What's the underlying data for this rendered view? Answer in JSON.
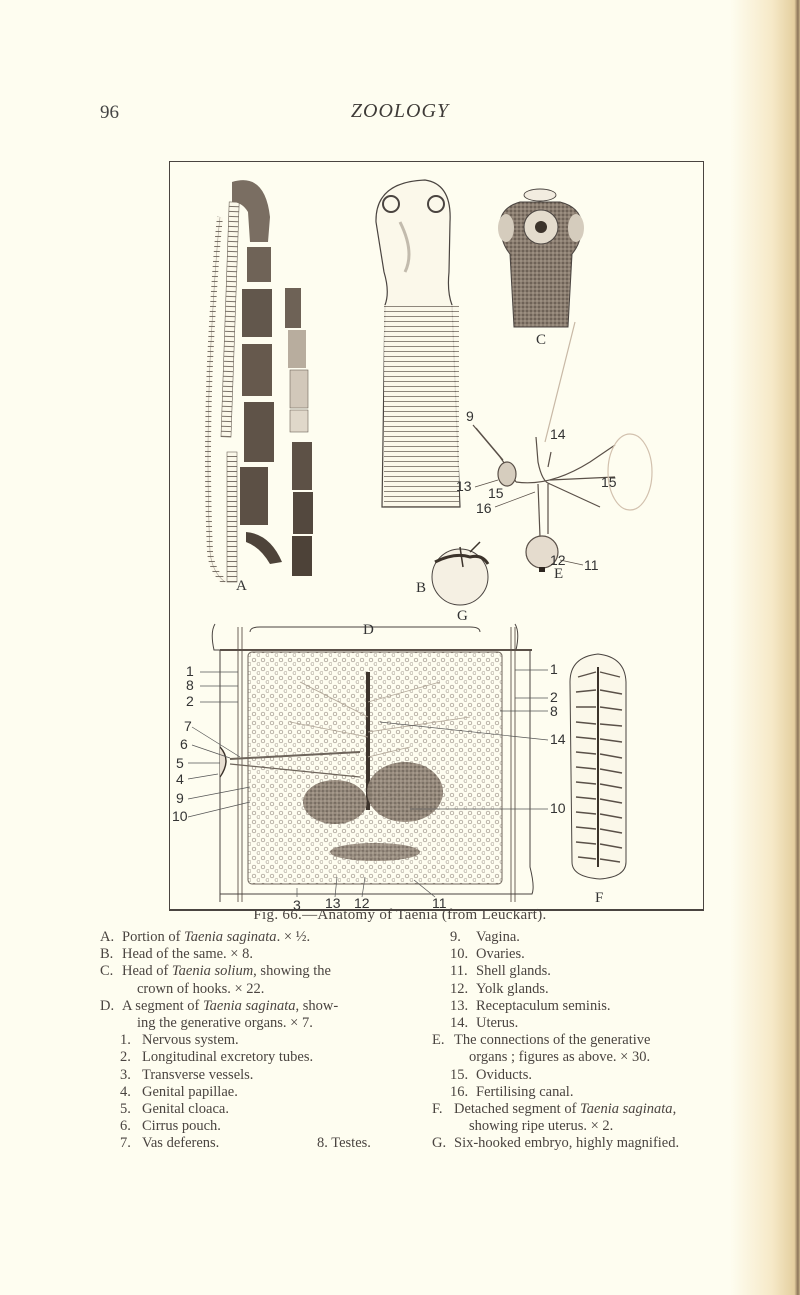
{
  "page": {
    "number": "96",
    "running_head": "ZOOLOGY"
  },
  "figure": {
    "caption": "Fig. 66.—Anatomy of Taenia (from Leuckart).",
    "plates": {
      "A": "A",
      "B": "B",
      "C": "C",
      "D": "D",
      "E": "E",
      "F": "F",
      "G": "G"
    },
    "e_labels": [
      "9",
      "14",
      "13",
      "15",
      "15",
      "16",
      "11",
      "12"
    ],
    "d_left_labels": [
      "1",
      "8",
      "2",
      "7",
      "6",
      "5",
      "4",
      "9",
      "10"
    ],
    "d_right_labels": [
      "1",
      "2",
      "8",
      "14",
      "10"
    ],
    "d_bottom_labels": [
      "3",
      "13",
      "12",
      "11"
    ]
  },
  "legend": {
    "left": [
      {
        "key": "A.",
        "pre": "Portion of ",
        "italic": "Taenia saginata",
        "post": ".   × ½."
      },
      {
        "key": "B.",
        "pre": "Head of the same.   × 8.",
        "italic": "",
        "post": ""
      },
      {
        "key": "C.",
        "pre": "Head of ",
        "italic": "Taenia solium",
        "post": ", showing the"
      },
      {
        "cont": "crown of hooks.   × 22."
      },
      {
        "key": "D.",
        "pre": "A segment of ",
        "italic": "Taenia saginata",
        "post": ", show-"
      },
      {
        "cont": "ing the generative organs.   × 7."
      },
      {
        "key": "1.",
        "text": "Nervous system."
      },
      {
        "key": "2.",
        "text": "Longitudinal excretory tubes."
      },
      {
        "key": "3.",
        "text": "Transverse vessels."
      },
      {
        "key": "4.",
        "text": "Genital papillae."
      },
      {
        "key": "5.",
        "text": "Genital cloaca."
      },
      {
        "key": "6.",
        "text": "Cirrus pouch."
      },
      {
        "key": "7.",
        "text": "Vas deferens.",
        "extra": "8.  Testes."
      }
    ],
    "right": [
      {
        "key": "9.",
        "text": "Vagina."
      },
      {
        "key": "10.",
        "text": "Ovaries."
      },
      {
        "key": "11.",
        "text": "Shell glands."
      },
      {
        "key": "12.",
        "text": "Yolk glands."
      },
      {
        "key": "13.",
        "text": "Receptaculum seminis."
      },
      {
        "key": "14.",
        "text": "Uterus."
      },
      {
        "key": "E.",
        "text": "The connections of the generative"
      },
      {
        "cont": "organs ; figures as above.   × 30."
      },
      {
        "key": "15.",
        "text": "Oviducts."
      },
      {
        "key": "16.",
        "text": "Fertilising canal."
      },
      {
        "key": "F.",
        "pre": "Detached segment of ",
        "italic": "Taenia saginata",
        "post": ","
      },
      {
        "cont": "showing ripe uterus.   × 2."
      },
      {
        "key": "G.",
        "text": "Six-hooked embryo, highly magnified."
      }
    ]
  }
}
